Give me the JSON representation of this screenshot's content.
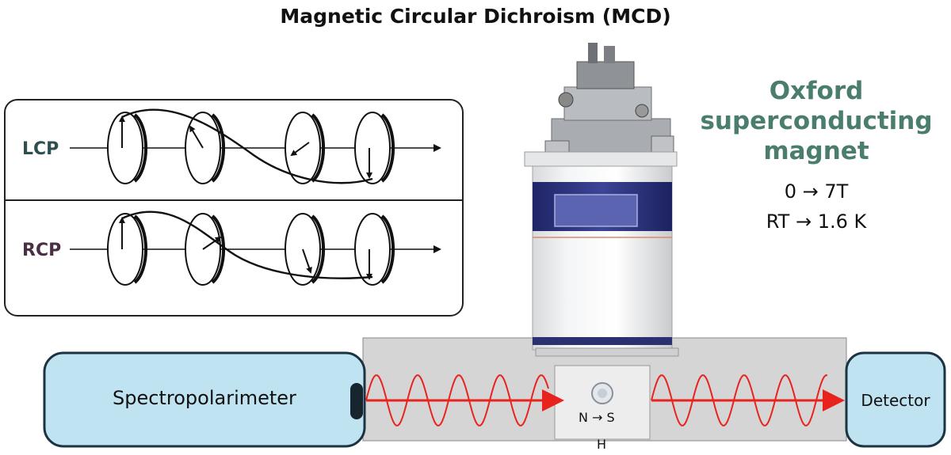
{
  "title": "Magnetic Circular Dichroism (MCD)",
  "polarization": {
    "lcp_label": "LCP",
    "rcp_label": "RCP",
    "lcp_color": "#2f4f4f",
    "rcp_color": "#4a2f44"
  },
  "magnet": {
    "name_line1": "Oxford",
    "name_line2": "superconducting",
    "name_line3": "magnet",
    "field_range": "0 → 7T",
    "temperature_range": "RT → 1.6 K",
    "name_color": "#4a7d6e"
  },
  "setup": {
    "source_label": "Spectropolarimeter",
    "detector_label": "Detector",
    "field_direction": "N → S",
    "field_symbol": "H",
    "box_color": "#bfe3f0",
    "wave_color": "#e8231e"
  }
}
